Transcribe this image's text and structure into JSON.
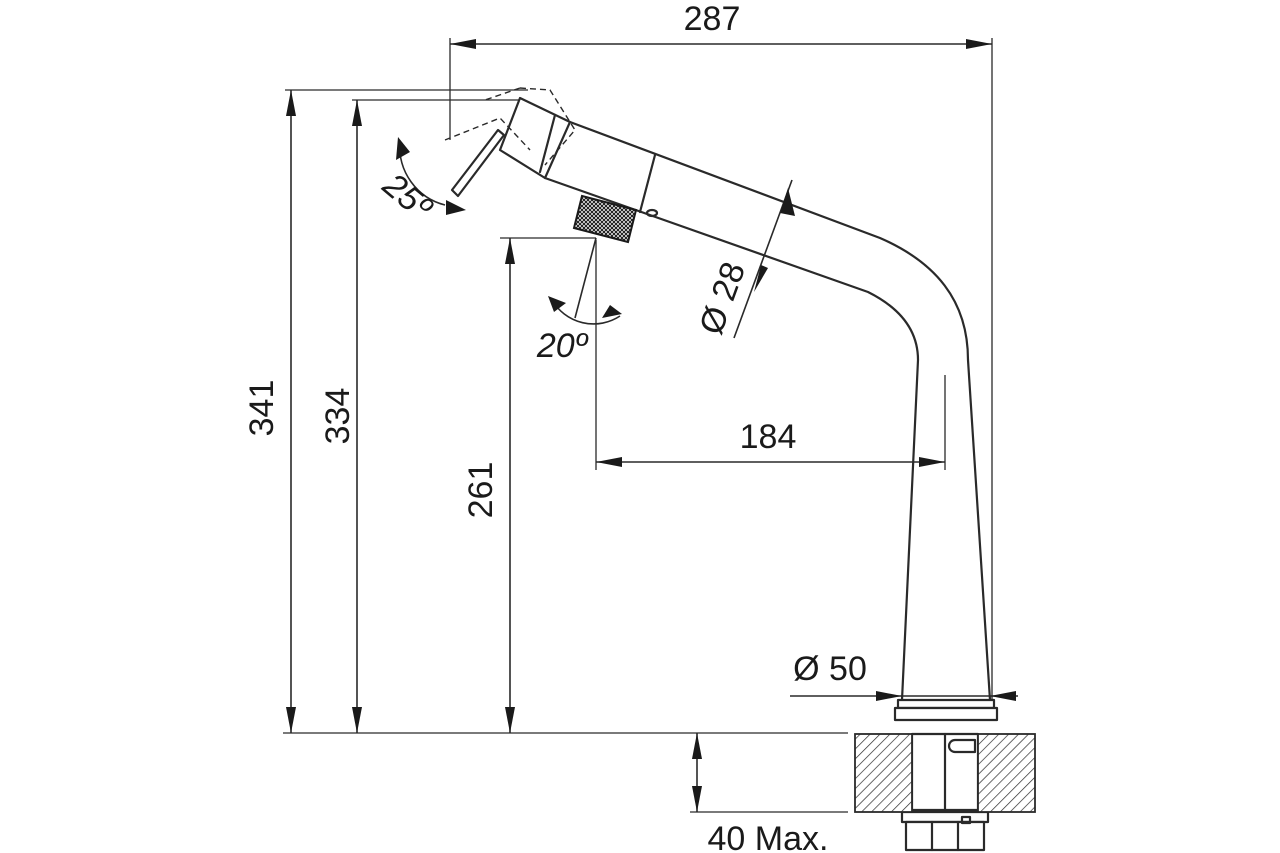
{
  "diagram": {
    "dimensions": {
      "overall_width": "287",
      "overall_height": "341",
      "spout_height": "334",
      "outlet_height": "261",
      "reach": "184",
      "hose_diameter": "Ø 28",
      "base_diameter": "Ø 50",
      "max_deck_thickness": "40 Max."
    },
    "angles": {
      "spray_head_tilt": "25º",
      "outlet_tilt": "20º"
    }
  }
}
